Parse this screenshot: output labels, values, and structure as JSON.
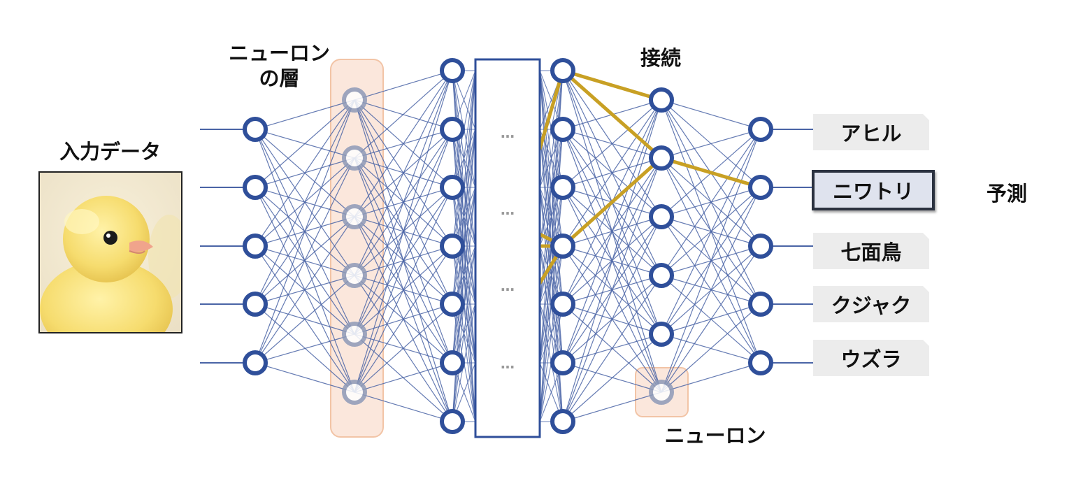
{
  "labels": {
    "input": "入力データ",
    "layer_line1": "ニューロン",
    "layer_line2": "の層",
    "connection": "接続",
    "neuron": "ニューロン",
    "prediction": "予測"
  },
  "ellipsis": [
    "…",
    "…",
    "…",
    "…"
  ],
  "outputs": [
    {
      "label": "アヒル",
      "selected": false
    },
    {
      "label": "ニワトリ",
      "selected": true
    },
    {
      "label": "七面鳥",
      "selected": false
    },
    {
      "label": "クジャク",
      "selected": false
    },
    {
      "label": "ウズラ",
      "selected": false
    }
  ],
  "colors": {
    "node": "#2f4f9a",
    "edge": "#4a64a6",
    "highlight": "#c8a024",
    "layer_highlight_fill": "#fbe7dc",
    "layer_highlight_stroke": "#f2c4a6"
  }
}
